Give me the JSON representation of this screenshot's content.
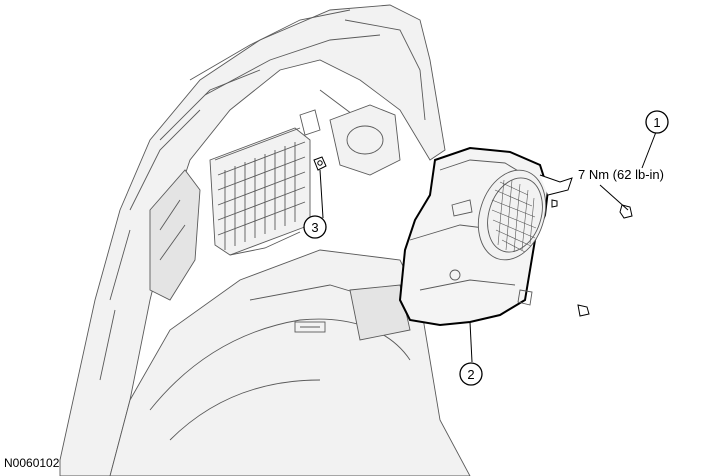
{
  "figure": {
    "id_label": "N0060102"
  },
  "callouts": [
    {
      "number": "1"
    },
    {
      "number": "2"
    },
    {
      "number": "3"
    }
  ],
  "torque": {
    "label": "7 Nm (62 lb-in)"
  }
}
